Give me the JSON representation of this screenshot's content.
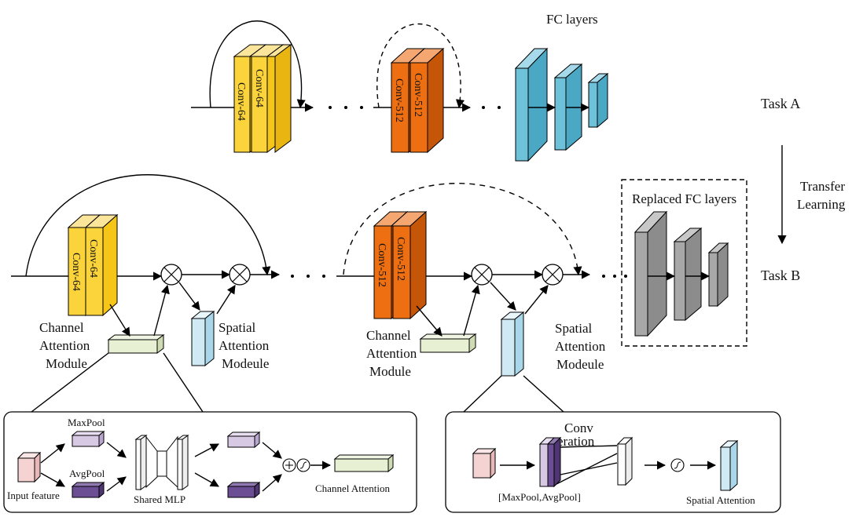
{
  "top": {
    "fc_title": "FC layers",
    "task_label": "Task A",
    "conv_first_a": "Conv-64",
    "conv_first_b": "Conv-64",
    "conv_last_a": "Conv-512",
    "conv_last_b": "Conv-512"
  },
  "transfer": {
    "line1": "Transfer",
    "line2": "Learning"
  },
  "bottom": {
    "task_label": "Task B",
    "replaced_title": "Replaced FC layers",
    "conv_first_a": "Conv-64",
    "conv_first_b": "Conv-64",
    "conv_last_a": "Conv-512",
    "conv_last_b": "Conv-512",
    "cam1": [
      "Channel",
      "Attention",
      "Module"
    ],
    "sam1": [
      "Spatial",
      "Attention",
      "Modeule"
    ],
    "cam2": [
      "Channel",
      "Attention",
      "Module"
    ],
    "sam2": [
      "Spatial",
      "Attention",
      "Modeule"
    ]
  },
  "channel_detail": {
    "maxpool": "MaxPool",
    "avgpool": "AvgPool",
    "input": "Input feature",
    "mlp": "Shared MLP",
    "output": "Channel Attention"
  },
  "spatial_detail": {
    "title_line1": "Conv",
    "title_line2": "operation",
    "pool_label": "[MaxPool,AvgPool]",
    "output": "Spatial Attention"
  },
  "colors": {
    "yellow_front": "#fbd43c",
    "yellow_side": "#f5c518",
    "yellow_top": "#fbe59a",
    "orange_front": "#ee6f12",
    "orange_side": "#c55608",
    "orange_top": "#f5a772",
    "blue_fc": "#6dc1d9",
    "gray_fc": "#a8a8a8",
    "light_blue": "#cfeaf5",
    "light_green": "#e7f0d2",
    "pink": "#f5d3d3",
    "lilac": "#d7c9e4",
    "purple": "#6b4e93"
  }
}
